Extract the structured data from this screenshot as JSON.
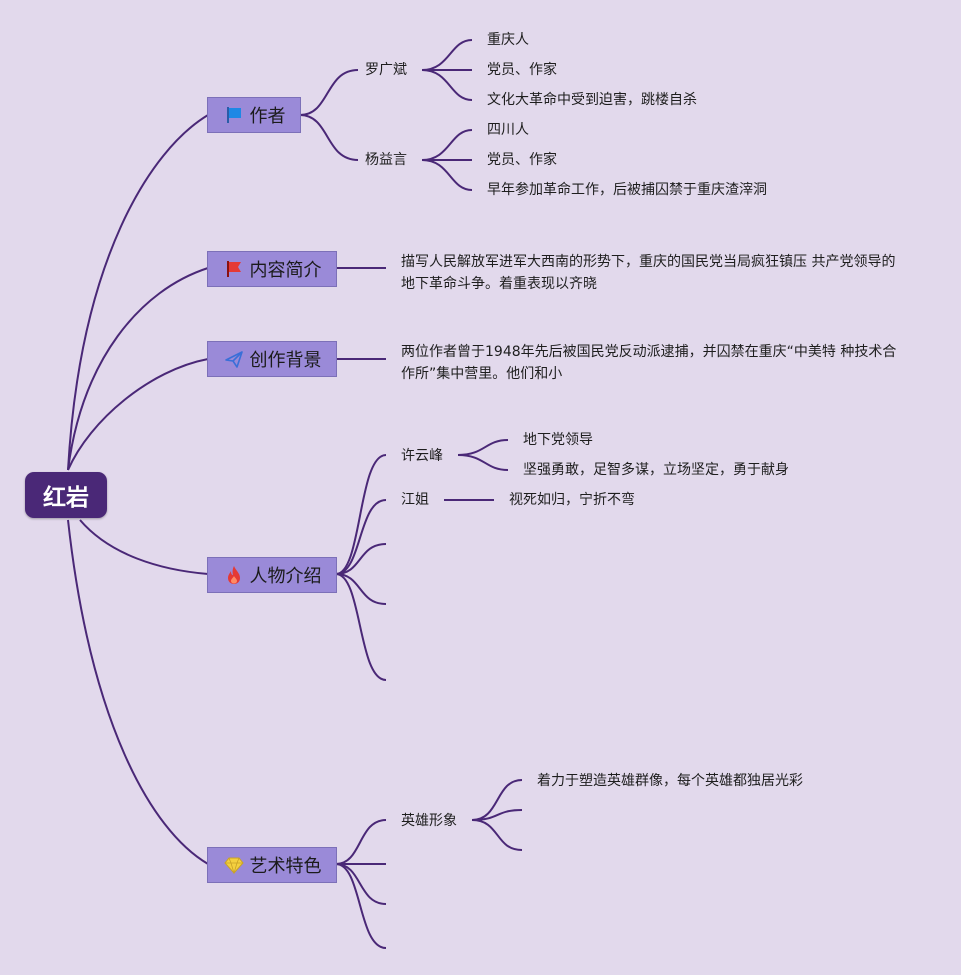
{
  "root": {
    "label": "红岩"
  },
  "branches": {
    "author": {
      "label": "作者",
      "icon": "blue-flag-icon",
      "people": [
        {
          "name": "罗广斌",
          "facts": [
            "重庆人",
            "党员、作家",
            "文化大革命中受到迫害，跳楼自杀"
          ]
        },
        {
          "name": "杨益言",
          "facts": [
            "四川人",
            "党员、作家",
            "早年参加革命工作，后被捕囚禁于重庆渣滓洞"
          ]
        }
      ]
    },
    "summary": {
      "label": "内容简介",
      "icon": "red-flag-icon",
      "text": "描写人民解放军进军大西南的形势下，重庆的国民党当局疯狂镇压 共产党领导的地下革命斗争。着重表现以齐晓"
    },
    "background": {
      "label": "创作背景",
      "icon": "paper-plane-icon",
      "text": "两位作者曾于1948年先后被国民党反动派逮捕，并囚禁在重庆“中美特 种技术合作所”集中营里。他们和小"
    },
    "characters": {
      "label": "人物介绍",
      "icon": "fire-icon",
      "people": [
        {
          "name": "许云峰",
          "traits": [
            "地下党领导",
            "坚强勇敢，足智多谋，立场坚定，勇于献身"
          ]
        },
        {
          "name": "江姐",
          "traits": [
            "视死如归，宁折不弯"
          ]
        }
      ]
    },
    "art": {
      "label": "艺术特色",
      "icon": "diamond-icon",
      "items": [
        {
          "name": "英雄形象",
          "details": [
            "着力于塑造英雄群像，每个英雄都独居光彩"
          ]
        }
      ]
    }
  },
  "colors": {
    "background": "#e2d9ec",
    "root": "#4a2877",
    "branch": "#9a8ad8",
    "line": "#4a2877"
  }
}
